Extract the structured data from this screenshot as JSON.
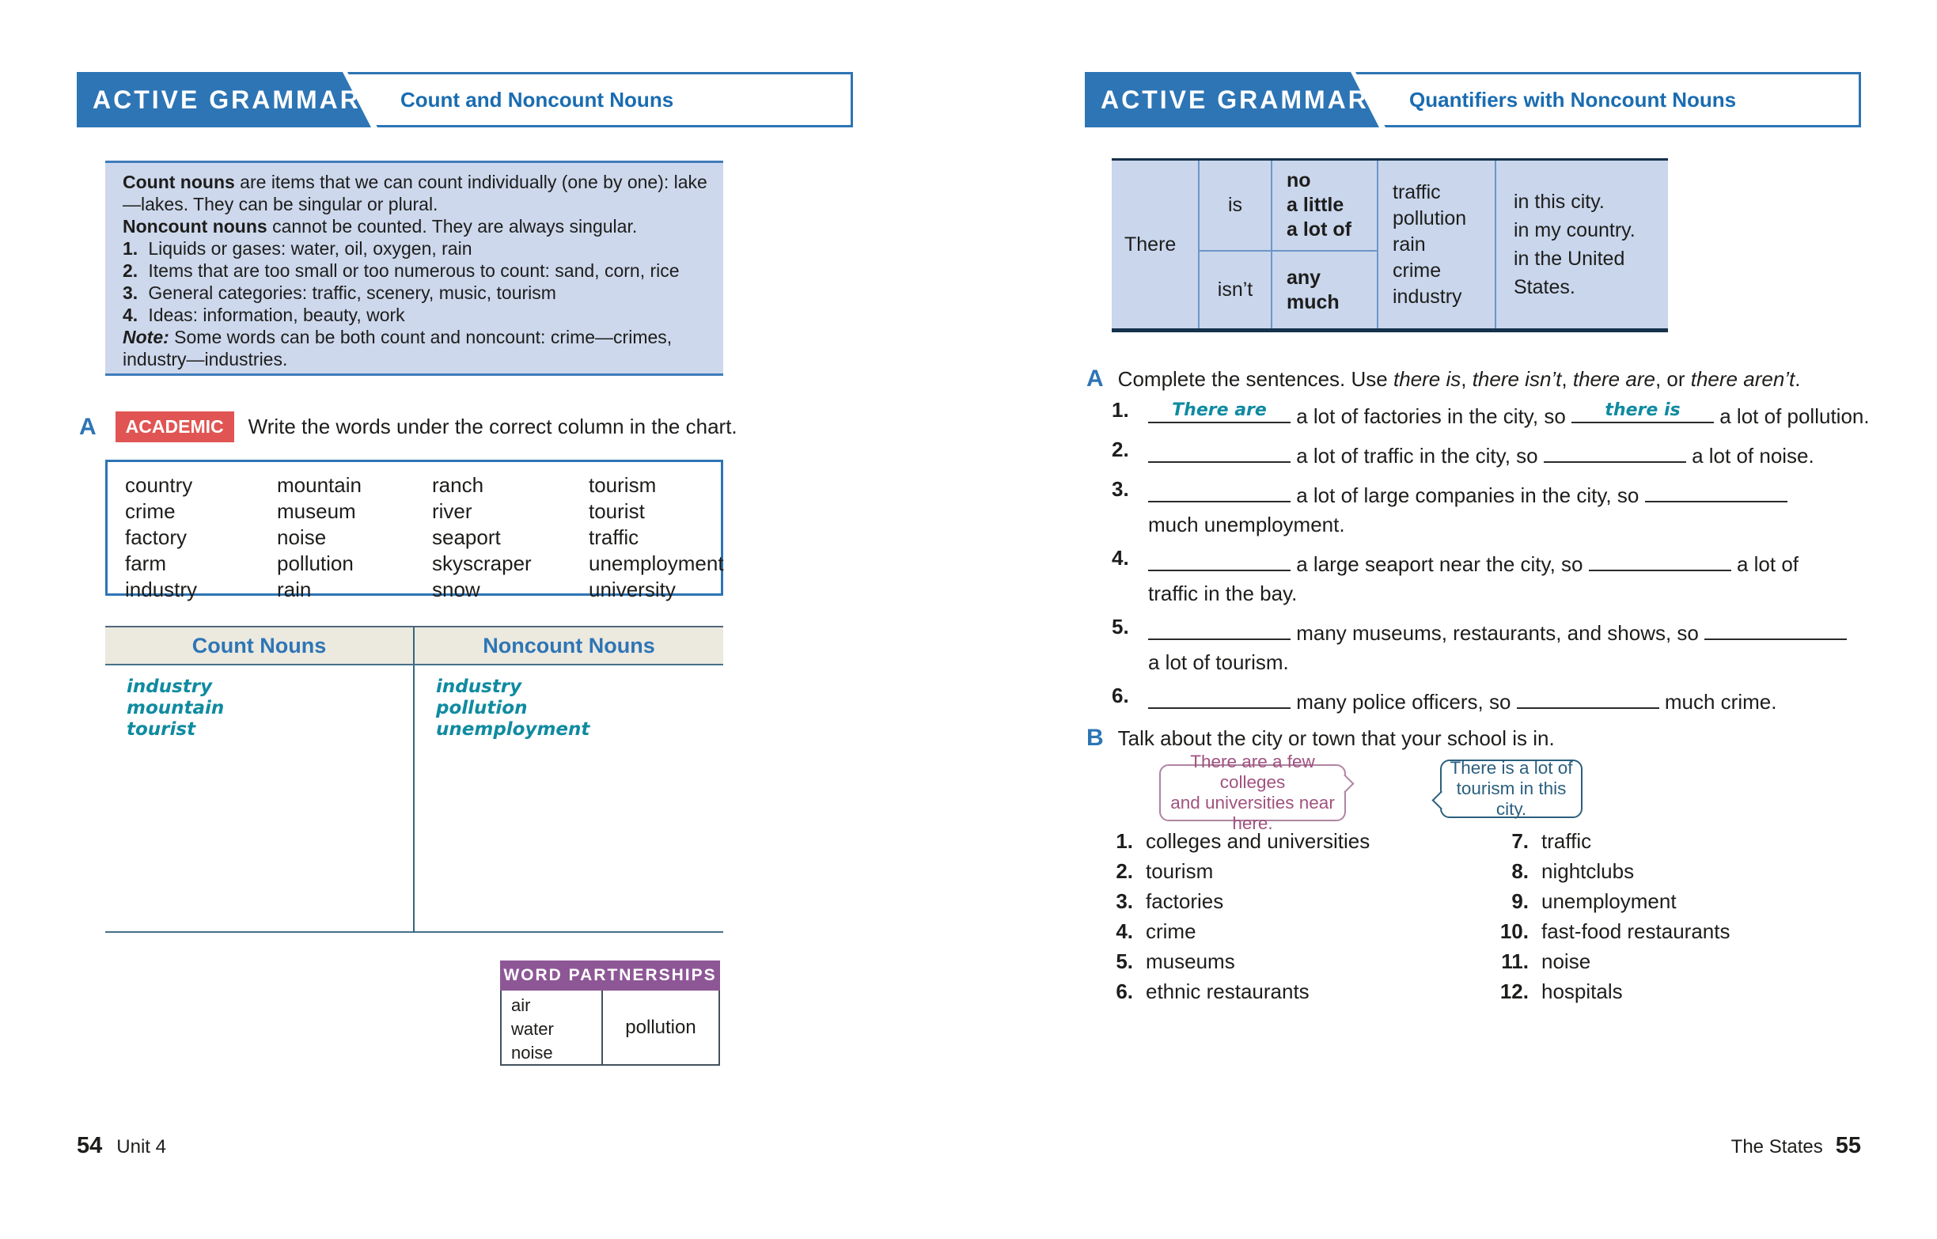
{
  "colors": {
    "header_blue": "#2d75b5",
    "title_blue": "#1a6cb1",
    "info_box_bg": "#cdd8ec",
    "academic_red": "#e05553",
    "handwriting_teal": "#0f8ba0",
    "sort_header_beige": "#ece9df",
    "word_partnerships_purple": "#8d5796",
    "grammar_table_bg": "#c9d6ec",
    "bubble1_purple": "#a1527f",
    "bubble2_teal": "#2b5f7e"
  },
  "left_page": {
    "header": {
      "brand": "ACTIVE GRAMMAR",
      "title": "Count and Noncount Nouns"
    },
    "info_box": {
      "rule1_lead": "Count nouns",
      "rule1_rest": " are items that we can count individually (one by one): lake—lakes. They can be singular or plural.",
      "rule2_lead": "Noncount nouns",
      "rule2_rest": " cannot be counted. They are always singular.",
      "numbered": [
        {
          "num": "1.",
          "text": "Liquids or gases: water, oil, oxygen, rain"
        },
        {
          "num": "2.",
          "text": "Items that are too small or too numerous to count: sand, corn, rice"
        },
        {
          "num": "3.",
          "text": "General categories: traffic, scenery, music, tourism"
        },
        {
          "num": "4.",
          "text": "Ideas: information, beauty, work"
        }
      ],
      "note_lead": "Note:",
      "note_rest": " Some words can be both count and noncount: crime—crimes, industry—industries."
    },
    "exercise_a": {
      "letter": "A",
      "badge": "ACADEMIC",
      "instruction": "Write the words under the correct column in the chart."
    },
    "word_bank": {
      "columns": [
        [
          "country",
          "crime",
          "factory",
          "farm",
          "industry"
        ],
        [
          "mountain",
          "museum",
          "noise",
          "pollution",
          "rain"
        ],
        [
          "ranch",
          "river",
          "seaport",
          "skyscraper",
          "snow"
        ],
        [
          "tourism",
          "tourist",
          "traffic",
          "unemployment",
          "university"
        ]
      ]
    },
    "sort_table": {
      "col1_header": "Count Nouns",
      "col2_header": "Noncount Nouns",
      "col1_answers": [
        "industry",
        "mountain",
        "tourist"
      ],
      "col2_answers": [
        "industry",
        "pollution",
        "unemployment"
      ]
    },
    "word_partnerships": {
      "title": "WORD PARTNERSHIPS",
      "left_words": [
        "air",
        "water",
        "noise"
      ],
      "right_word": "pollution"
    },
    "footer": {
      "page_number": "54",
      "label": "Unit 4"
    }
  },
  "right_page": {
    "header": {
      "brand": "ACTIVE GRAMMAR",
      "title": "Quantifiers with Noncount Nouns"
    },
    "grammar_table": {
      "subject": "There",
      "row1": {
        "verb": "is",
        "quantifiers": [
          "no",
          "a little",
          "a lot of"
        ]
      },
      "row2": {
        "verb": "isn’t",
        "quantifiers": [
          "any",
          "much"
        ]
      },
      "nouns": [
        "traffic",
        "pollution",
        "rain",
        "crime",
        "industry"
      ],
      "places": [
        "in this city.",
        "in my country.",
        "in the United States."
      ]
    },
    "exercise_a": {
      "letter": "A",
      "instruction_segments": [
        {
          "t": "Complete the sentences. Use "
        },
        {
          "t": "there is",
          "i": true
        },
        {
          "t": ", "
        },
        {
          "t": "there isn’t",
          "i": true
        },
        {
          "t": ", "
        },
        {
          "t": "there are",
          "i": true
        },
        {
          "t": ", or "
        },
        {
          "t": "there aren’t",
          "i": true
        },
        {
          "t": "."
        }
      ]
    },
    "sentences": [
      {
        "num": "1.",
        "lines": [
          [
            {
              "blank": true,
              "answer": "There are"
            },
            {
              "t": " a lot of factories in the city, so "
            },
            {
              "blank": true,
              "answer": "there is"
            },
            {
              "t": " a lot of pollution."
            }
          ]
        ]
      },
      {
        "num": "2.",
        "lines": [
          [
            {
              "blank": true
            },
            {
              "t": " a lot of traffic in the city, so "
            },
            {
              "blank": true
            },
            {
              "t": " a lot of noise."
            }
          ]
        ]
      },
      {
        "num": "3.",
        "lines": [
          [
            {
              "blank": true
            },
            {
              "t": " a lot of large companies in the city, so "
            },
            {
              "blank": true
            }
          ],
          [
            {
              "t": "much unemployment."
            }
          ]
        ]
      },
      {
        "num": "4.",
        "lines": [
          [
            {
              "blank": true
            },
            {
              "t": " a large seaport near the city, so "
            },
            {
              "blank": true
            },
            {
              "t": " a lot of"
            }
          ],
          [
            {
              "t": "traffic in the bay."
            }
          ]
        ]
      },
      {
        "num": "5.",
        "lines": [
          [
            {
              "blank": true
            },
            {
              "t": " many museums, restaurants, and shows, so "
            },
            {
              "blank": true
            }
          ],
          [
            {
              "t": "a lot of tourism."
            }
          ]
        ]
      },
      {
        "num": "6.",
        "lines": [
          [
            {
              "blank": true
            },
            {
              "t": " many police officers, so "
            },
            {
              "blank": true
            },
            {
              "t": " much crime."
            }
          ]
        ]
      }
    ],
    "exercise_b": {
      "letter": "B",
      "instruction": "Talk about the city or town that your school is in."
    },
    "speech_bubbles": [
      {
        "lines": [
          "There are a few colleges",
          "and universities near here."
        ]
      },
      {
        "lines": [
          "There is a lot of",
          "tourism in this city."
        ]
      }
    ],
    "topics_left": [
      {
        "num": "1.",
        "text": "colleges and universities"
      },
      {
        "num": "2.",
        "text": "tourism"
      },
      {
        "num": "3.",
        "text": "factories"
      },
      {
        "num": "4.",
        "text": "crime"
      },
      {
        "num": "5.",
        "text": "museums"
      },
      {
        "num": "6.",
        "text": "ethnic restaurants"
      }
    ],
    "topics_right": [
      {
        "num": "7.",
        "text": "traffic"
      },
      {
        "num": "8.",
        "text": "nightclubs"
      },
      {
        "num": "9.",
        "text": "unemployment"
      },
      {
        "num": "10.",
        "text": "fast-food restaurants"
      },
      {
        "num": "11.",
        "text": "noise"
      },
      {
        "num": "12.",
        "text": "hospitals"
      }
    ],
    "footer": {
      "label": "The States",
      "page_number": "55"
    }
  }
}
